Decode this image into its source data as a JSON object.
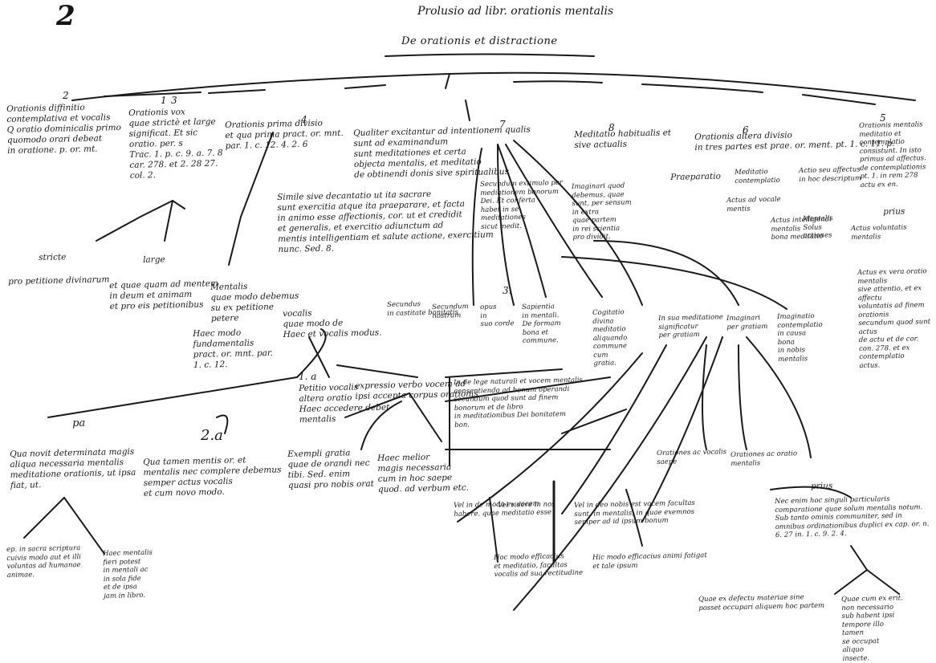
{
  "page_number": "2",
  "title": "Prolusio ad libr. orationis mentalis",
  "subtitle": "De orationis et distractione",
  "nodes": {
    "n1": "Orationis diffinitio\ncontemplativa et vocalis\nQ oratio dominicalis primo\nquomodo orari debeat\nin oratione. p. or. mt.",
    "n2": "Orationis vox\nquae strictè et large\nsignificat. Et sic\noratio. per. s\nTrac. 1. p. c. 9. a. 7. 8\ncar. 278. et 2. 28 27.\ncol. 2.",
    "n3": "Orationis prima divisio\net qua prima pract. or. mnt.\npar. 1. c. 12. 4. 2. 6",
    "n4": "Qualiter excitantur ad intentionem qualis\nsunt ad examinandum\nsunt meditationes et certa\nobjecta mentalis, et meditatio\nde obtinendi donis sive spiritualibus",
    "n5": "Meditatio habitualis et\nsive actualis",
    "n6": "Orationis altera divisio\nin tres partes est prae. or. ment. pt. 1. c. 11. p.",
    "n7": "Orationis mentalis\nmeditatio et contemplatio\nconsistunt. In isto\nprimus ad affectus.\nde contemplationis\npt. 1. in rem 278\nactu ex en.",
    "stricte": "stricte",
    "stricte-sub": "pro petitione divinarum",
    "large": "large",
    "large-sub": "et quae quam ad mentem\nin deum et animam\net pro eis petitionibus",
    "mentalis": "Mentalis\nquae modo debemus\nsu ex petitione\npetere",
    "mentalis-sub": "Haec modo\nfundamentalis\npract. or. mnt. par.\n1. c. 12.",
    "vocalis": "vocalis\nquae modo de\nHaec et vocalis modus.",
    "simile": "Simile sive decantatio ut ita sacrare\nsunt exercitia atque ita praeparare, et facta\nin animo esse affectionis, cor. ut et credidit\net generalis, et exercitio adiunctum ad\nmentis intelligentiam et salute actione, exercitium\nnunc. Sed. 8.",
    "petitio": "Petitio vocalis\naltera oratio\nHaec accedere debet\nmentalis",
    "expressio": "expressio verbo vocem ad\nipsi accepta corpus orationis",
    "exempli": "Exempli gratia\nquae de orandi nec\ntibi. Sed. enim\nquasi pro nobis orat",
    "haec-melior": "Haec melior\nmagis necessaria\ncum in hoc saepe\nquod. ad verbum etc.",
    "pa": "pa",
    "qua-novit": "Qua novit determinata magis\naliqua necessaria mentalis\nmeditatione orationis, ut ipsa\nfiat, ut.",
    "quae-novit-2": "Qua tamen mentis or. et\nmentalis nec complere debemus\nsemper actus vocalis\net cum novo modo.",
    "exemplum-bl": "ep. in sacra scriptura\ncuivis modo aut et illi\nvoluntas ad humanae\nanimae.",
    "haec-mentalis": "Haec mentalis\nfieri potest\nin mentali ac\nin sola fide\net de ipsa\njam in libro.",
    "center-a": "Secundum extimulo per\nmediationem bonorum\nDei. Et conferta\nhabet in se\nmeditationes\nsicut medit.",
    "center-b": "Imaginari quod\ndebemus, quae\nsunt, per sensum\nin extra\nquae partem\nin rei scientia\npro dividit.",
    "center-c": "Secundus\nin castitate bonitatis",
    "center-d": "Secundum\nnostrum",
    "center-e": "opus\nin\nsuo corde",
    "center-f": "Sapientia\nin mentali.\nDe formam\nbona et\ncommune.",
    "center-g": "Cogitatio\ndivina\nmeditatio\naliquando\ncommune\ncum\ngratia.",
    "center-h": "In sua meditatione\nsignificatur\nper gratiam",
    "center-i": "Imaginari\nper gratiam",
    "center-j": "Imaginatio\ncontemplatio\nin causa\nbona\nin nobis\nmentalis",
    "right-1": "Praeparatio",
    "right-2": "Meditatio\ncontemplatio",
    "right-3": "Actio seu affectus\nin hoc descriptum",
    "right-4": "Actus ad vocale\nmentis",
    "right-5": "Actus intelligendi\nmentalis\nbona meditatio",
    "right-6": "Mentalis\nSolus\nactiones",
    "right-7": "Actus voluntatis\nmentalis",
    "prima": "prius",
    "right-long": "Actus ex vera oratio mentalis\nsive attentio, et ex affectu\nvoluntatis ad finem orationis\nsecundum quod sunt actus\nde actu et de cor.\ncon. 278. et ex contemplatio\nactus.",
    "lower-1": "In de lege naturali et vocem mentalis\nconsentiendo ad bonum operandi\nsecundum quod sunt ad finem\nbonorum et de libro\nin meditationibus Dei bonitatem\nbon.",
    "lower-2": "Orationes ac vocalis\nsaepe",
    "lower-3": "Orationes ac oratio\nmentalis",
    "lower-4": "Vel in de modo ex vocem\nhabere. quae meditatio esse",
    "lower-5": "Vel videre in nos",
    "lower-6": "Vel in deo nobis est vocem facultas\nsunt, in mentalis, in quae exemnos\nsemper ad id ipsum bonum",
    "lower-7": "Hoc modo efficacius\net meditatio, facultas\nvocalis ad sua rectitudine",
    "lower-8": "Hic modo efficacius animi fatigat\net tale ipsum",
    "lower-9": "Nec enim hoc singuli particularis comparatione\nquae solum mentalis\nnotum. Sub tanto ominis communiter, sed in omnibus\nordinationibus duplici ex cap. or. n. 6. 27\nin. 1. c. 9. 2. 4.",
    "lower-10": "prius",
    "lower-11": "Quae ex defectu materiae sine\nposset occupari aliquem hoc partem",
    "lower-12": "Quae cum ex erit.\nnon necessario\nsub habent ipsi\ntempore illo\ntamen\nse occupat\naliquo\ninsecte.",
    "digits": {
      "d2a": "2",
      "d3": "3",
      "d4": "4",
      "d7": "7",
      "d8": "8",
      "d6": "6",
      "d5": "5",
      "d1": "1",
      "d3b": "3.",
      "d2b": "2.a",
      "d1a": "1. a",
      "d2c": "2"
    }
  }
}
